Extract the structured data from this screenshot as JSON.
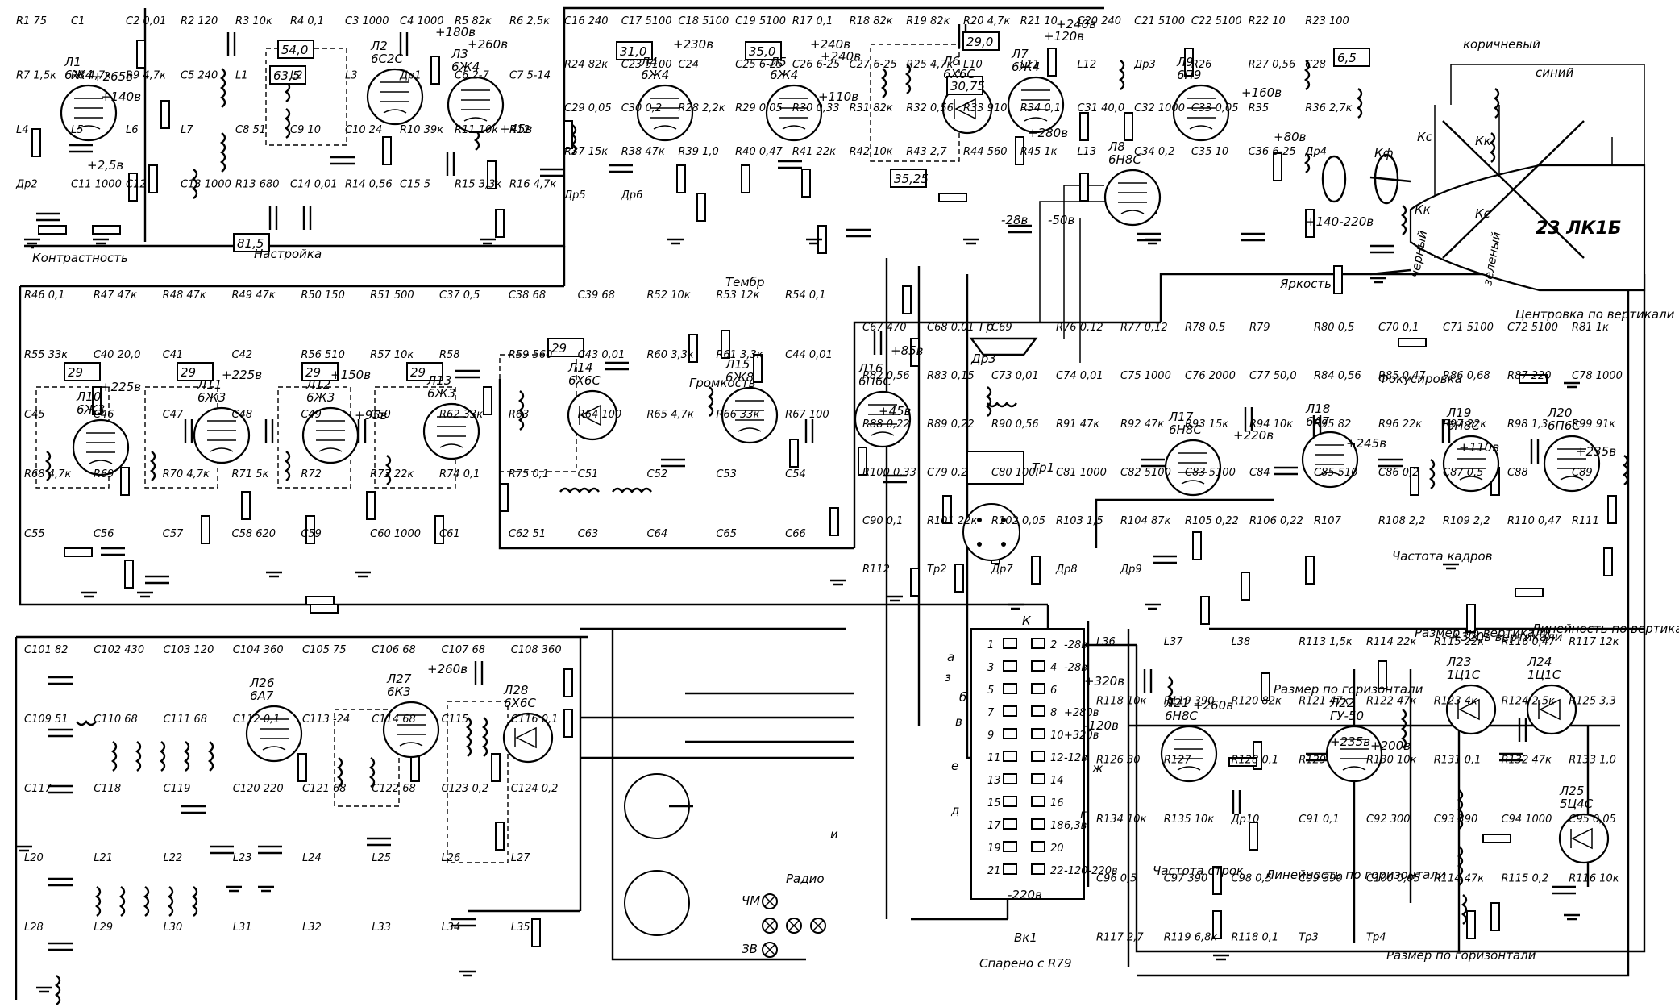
{
  "tubes": [
    {
      "ref": "Л1",
      "type": "6Ж4"
    },
    {
      "ref": "Л2",
      "type": "6С2С"
    },
    {
      "ref": "Л3",
      "type": "6Ж4"
    },
    {
      "ref": "Л4",
      "type": "6Ж4"
    },
    {
      "ref": "Л5",
      "type": "6Ж4"
    },
    {
      "ref": "Л6",
      "type": "6Х6С"
    },
    {
      "ref": "Л7",
      "type": "6Ж4"
    },
    {
      "ref": "Л8",
      "type": "6Н8С"
    },
    {
      "ref": "Л9",
      "type": "6П9"
    },
    {
      "ref": "Л10",
      "type": "6Ж3"
    },
    {
      "ref": "Л11",
      "type": "6Ж3"
    },
    {
      "ref": "Л12",
      "type": "6Ж3"
    },
    {
      "ref": "Л13",
      "type": "6Ж3"
    },
    {
      "ref": "Л14",
      "type": "6Х6С"
    },
    {
      "ref": "Л15",
      "type": "6Ж8"
    },
    {
      "ref": "Л16",
      "type": "6П6С"
    },
    {
      "ref": "Л17",
      "type": "6Н8С"
    },
    {
      "ref": "Л18",
      "type": "6А7"
    },
    {
      "ref": "Л19",
      "type": "6Н8С"
    },
    {
      "ref": "Л20",
      "type": "6П6С"
    },
    {
      "ref": "Л21",
      "type": "6Н8С"
    },
    {
      "ref": "Л22",
      "type": "ГУ-50"
    },
    {
      "ref": "Л23",
      "type": "1Ц1С"
    },
    {
      "ref": "Л24",
      "type": "1Ц1С"
    },
    {
      "ref": "Л25",
      "type": "5Ц4С"
    },
    {
      "ref": "Л26",
      "type": "6А7"
    },
    {
      "ref": "Л27",
      "type": "6К3"
    },
    {
      "ref": "Л28",
      "type": "6Х6С"
    }
  ],
  "boxed_values": [
    "54,0",
    "63,5",
    "81,5",
    "31,0",
    "35,0",
    "29,0",
    "30,75",
    "35,25",
    "6,5",
    "29",
    "29",
    "29",
    "29",
    "29"
  ],
  "crt": {
    "type": "23 ЛК1Б",
    "wire_brown": "коричневый",
    "wire_blue": "синий",
    "wire_black": "черный",
    "wire_green": "зеленый",
    "kc": "Кс",
    "kk": "Кк",
    "kf": "Кф"
  },
  "labels": {
    "contrast": "Контрастность",
    "tuning": "Настройка",
    "brightness": "Яркость",
    "focus": "Фокусировка",
    "vcenter": "Центровка по вертикали",
    "tone": "Тембр",
    "volume": "Громкость",
    "hold_v": "Частота кадров",
    "vsize": "Размер по вертикали",
    "vlin": "Линейность по вертикали",
    "hold_h": "Частота строк",
    "hsize": "Размер по горизонтали",
    "hlin": "Линейность по горизонтали",
    "hsize2": "Размер по горизонтали",
    "radio": "Радио",
    "chm": "ЧМ",
    "zv": "ЗВ",
    "paired": "Спарено с R79",
    "switch": "Вк1",
    "gr": "Гр",
    "tr1": "Тр1",
    "dr3": "Др3",
    "connector_k": "К"
  },
  "voltages": [
    "+265в",
    "+140в",
    "+2,5в",
    "+180в",
    "+260в",
    "+45в",
    "+230в",
    "+240в",
    "+110в",
    "+240в",
    "+120в",
    "+280в",
    "+80в",
    "+240в",
    "+225в",
    "+225в",
    "+150в",
    "+95в",
    "+85в",
    "+45в",
    "+220в",
    "+260в",
    "+245в",
    "+110в",
    "+235в",
    "+260в",
    "+235в",
    "+200в",
    "+320в",
    "+160в",
    "-28в",
    "-50в",
    "-120в",
    "-220в",
    "+320в вертикали",
    "+140-220в"
  ],
  "connector_pins": [
    {
      "l": "1",
      "r": "2",
      "v": "-28в"
    },
    {
      "l": "3",
      "r": "4",
      "v": "-28в"
    },
    {
      "l": "5",
      "r": "6",
      "v": ""
    },
    {
      "l": "7",
      "r": "8",
      "v": "+280в"
    },
    {
      "l": "9",
      "r": "10",
      "v": "+320в"
    },
    {
      "l": "11",
      "r": "12",
      "v": "-12в"
    },
    {
      "l": "13",
      "r": "14",
      "v": ""
    },
    {
      "l": "15",
      "r": "16",
      "v": ""
    },
    {
      "l": "17",
      "r": "18",
      "v": "6,3в"
    },
    {
      "l": "19",
      "r": "20",
      "v": ""
    },
    {
      "l": "21",
      "r": "22",
      "v": "-120-220в"
    }
  ],
  "connector_letters": [
    "а",
    "з",
    "е",
    "д",
    "ж",
    "г",
    "б",
    "и",
    "в"
  ],
  "components": {
    "row1": [
      "R1 75",
      "C1",
      "C2 0,01",
      "R2 120",
      "R3 10к",
      "R4 0,1",
      "C3 1000",
      "C4 1000",
      "R5 82к",
      "R6 2,5к",
      "R7 1,5к",
      "R8 4,7к",
      "R9 4,7к",
      "C5 240",
      "L1",
      "L2",
      "L3",
      "Др1",
      "C6 2-7",
      "C7 5-14",
      "L4",
      "L5",
      "L6",
      "L7",
      "C8 51",
      "C9 10",
      "C10 24",
      "R10 39к",
      "R11 10к",
      "R12",
      "Др2",
      "C11 1000",
      "C12",
      "C13 1000",
      "R13 680",
      "C14 0,01",
      "R14 0,56",
      "C15 5",
      "R15 3,3к",
      "R16 4,7к",
      "C16 240",
      "C17 5100",
      "C18 5100",
      "C19 5100",
      "R17 0,1",
      "R18 82к",
      "R19 82к",
      "R20 4,7к",
      "R21 10",
      "C20 240",
      "C21 5100",
      "C22 5100",
      "R22 10",
      "R23 100",
      "R24 82к",
      "C23 5100",
      "C24",
      "C25 6-25",
      "C26 6-25",
      "C27 6-25",
      "R25 4,7к",
      "L10",
      "L11",
      "L12",
      "Др3",
      "R26",
      "R27 0,56",
      "C28",
      "C29 0,05",
      "C30 0,2",
      "R28 2,2к",
      "R29 0,05",
      "R30 0,33",
      "R31 82к",
      "R32 0,56",
      "R33 910",
      "R34 0,1",
      "C31 40,0",
      "C32 1000",
      "C33 0,05",
      "R35",
      "R36 2,7к",
      "R37 15к",
      "R38 47к",
      "R39 1,0",
      "R40 0,47",
      "R41 22к",
      "R42 10к",
      "R43 2,7",
      "R44 560",
      "R45 1к",
      "L13",
      "C34 0,2",
      "C35 10",
      "C36 6-25",
      "Др4",
      "Др5",
      "Др6"
    ],
    "row2": [
      "R46 0,1",
      "R47 47к",
      "R48 47к",
      "R49 47к",
      "R50 150",
      "R51 500",
      "C37 0,5",
      "C38 68",
      "C39 68",
      "R52 10к",
      "R53 12к",
      "R54 0,1",
      "R55 33к",
      "C40 20,0",
      "C41",
      "C42",
      "R56 510",
      "R57 10к",
      "R58",
      "R59 560",
      "C43 0,01",
      "R60 3,3к",
      "R61 3,3к",
      "C44 0,01",
      "C45",
      "C46",
      "C47",
      "C48",
      "C49",
      "C50",
      "R62 33к",
      "R63",
      "R64 100",
      "R65 4,7к",
      "R66 33к",
      "R67 100",
      "R68 4,7к",
      "R69",
      "R70 4,7к",
      "R71 5к",
      "R72",
      "R73 22к",
      "R74 0,1",
      "R75 0,1",
      "C51",
      "C52",
      "C53",
      "C54",
      "C55",
      "C56",
      "C57",
      "C58 620",
      "C59",
      "C60 1000",
      "C61",
      "C62 51",
      "C63",
      "C64",
      "C65",
      "C66",
      "C67 470",
      "C68 0,01",
      "C69",
      "R76 0,12",
      "R77 0,12",
      "R78 0,5",
      "R79",
      "R80 0,5",
      "C70 0,1",
      "C71 5100",
      "C72 5100",
      "R81 1к",
      "R82 0,56",
      "R83 0,15",
      "C73 0,01",
      "C74 0,01",
      "C75 1000",
      "C76 2000",
      "C77 50,0",
      "R84 0,56",
      "R85 0,47",
      "R86 0,68",
      "R87 220",
      "C78 1000",
      "R88 0,22",
      "R89 0,22",
      "R90 0,56",
      "R91 47к",
      "R92 47к",
      "R93 15к",
      "R94 10к",
      "R95 82",
      "R96 22к",
      "R97 22к",
      "R98 1,3",
      "R99 91к",
      "R100 0,33",
      "C79 0,2",
      "C80 100Г",
      "C81 1000",
      "C82 5100",
      "C83 5100",
      "C84",
      "C85 510",
      "C86 0,2",
      "C87 0,5",
      "C88",
      "C89",
      "C90 0,1",
      "R101 22к",
      "R102 0,05",
      "R103 1,5",
      "R104 87к",
      "R105 0,22",
      "R106 0,22",
      "R107",
      "R108 2,2",
      "R109 2,2",
      "R110 0,47",
      "R111",
      "R112",
      "Тр2",
      "Др7",
      "Др8",
      "Др9"
    ],
    "row3": [
      "C101 82",
      "C102 430",
      "C103 120",
      "C104 360",
      "C105 75",
      "C106 68",
      "C107 68",
      "C108 360",
      "C109 51",
      "C110 68",
      "C111 68",
      "C112 0,1",
      "C113 -24",
      "C114 68",
      "C115",
      "C116 0,1",
      "C117",
      "C118",
      "C119",
      "C120 220",
      "C121 68",
      "C122 68",
      "C123 0,2",
      "C124 0,2",
      "L20",
      "L21",
      "L22",
      "L23",
      "L24",
      "L25",
      "L26",
      "L27",
      "L28",
      "L29",
      "L30",
      "L31",
      "L32",
      "L33",
      "L34",
      "L35",
      "L36",
      "L37",
      "L38",
      "R113 1,5к",
      "R114 22к",
      "R115 22к",
      "R116 0,47",
      "R117 12к",
      "R118 10к",
      "R119 390",
      "R120 82к",
      "R121 47к",
      "R122 47к",
      "R123 4к",
      "R124 2,5к",
      "R125 3,3",
      "R126 30",
      "R127",
      "R128 0,1",
      "R129",
      "R130 10к",
      "R131 0,1",
      "R132 47к",
      "R133 1,0",
      "R134 10к",
      "R135 10к",
      "Др10",
      "C91 0,1",
      "C92 300",
      "C93 390",
      "C94 1000",
      "C95 0,05",
      "C96 0,5",
      "C97 390",
      "C98 0,5",
      "C99 390",
      "C100 0,05",
      "R114 47к",
      "R115 0,2",
      "R116 10к",
      "R117 2,7",
      "R119 6,8к",
      "R118 0,1",
      "Тр3",
      "Тр4"
    ]
  }
}
